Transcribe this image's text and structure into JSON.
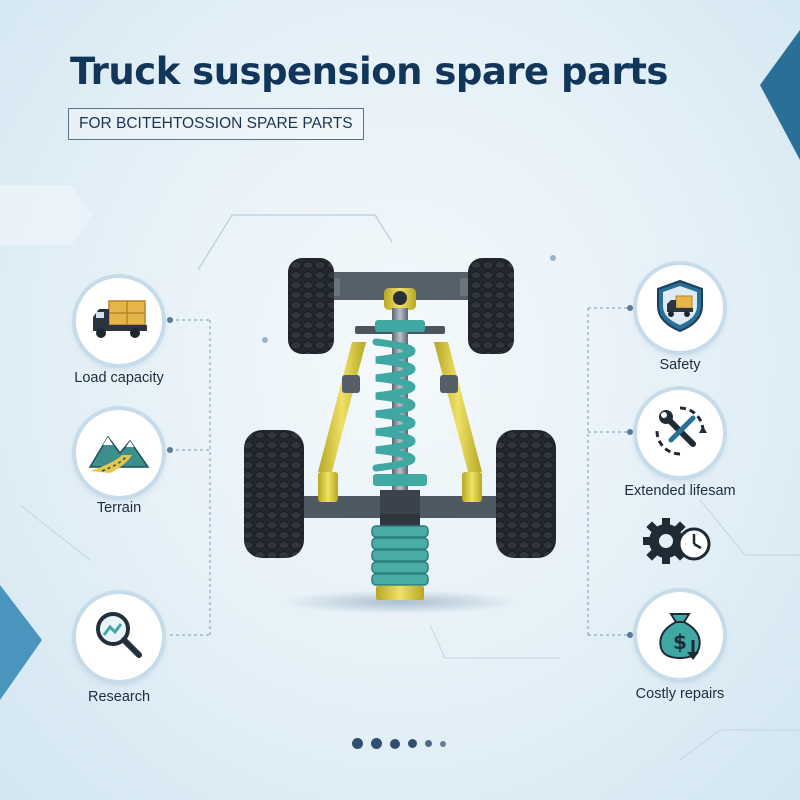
{
  "header": {
    "title": "Truck suspension spare parts",
    "subtitle": "FOR BCITEHTOSSION SPARE PARTS"
  },
  "left_features": [
    {
      "label": "Load capacity",
      "icon": "truck-cargo-icon"
    },
    {
      "label": "Terrain",
      "icon": "mountain-road-icon"
    },
    {
      "label": "Research",
      "icon": "magnifier-icon"
    }
  ],
  "right_features": [
    {
      "label": "Safety",
      "icon": "shield-truck-icon"
    },
    {
      "label": "Extended lifesam",
      "icon": "wrench-cycle-icon"
    },
    {
      "label": "Costly repairs",
      "icon": "money-bag-icon"
    }
  ],
  "extra_icon": "gear-clock-icon",
  "pagination": {
    "count": 6,
    "active": 0
  },
  "colors": {
    "title": "#12365a",
    "teal": "#3fa8a3",
    "yellow": "#e0cf3a",
    "tire": "#1f2327",
    "accent_blue": "#2a6f97"
  }
}
